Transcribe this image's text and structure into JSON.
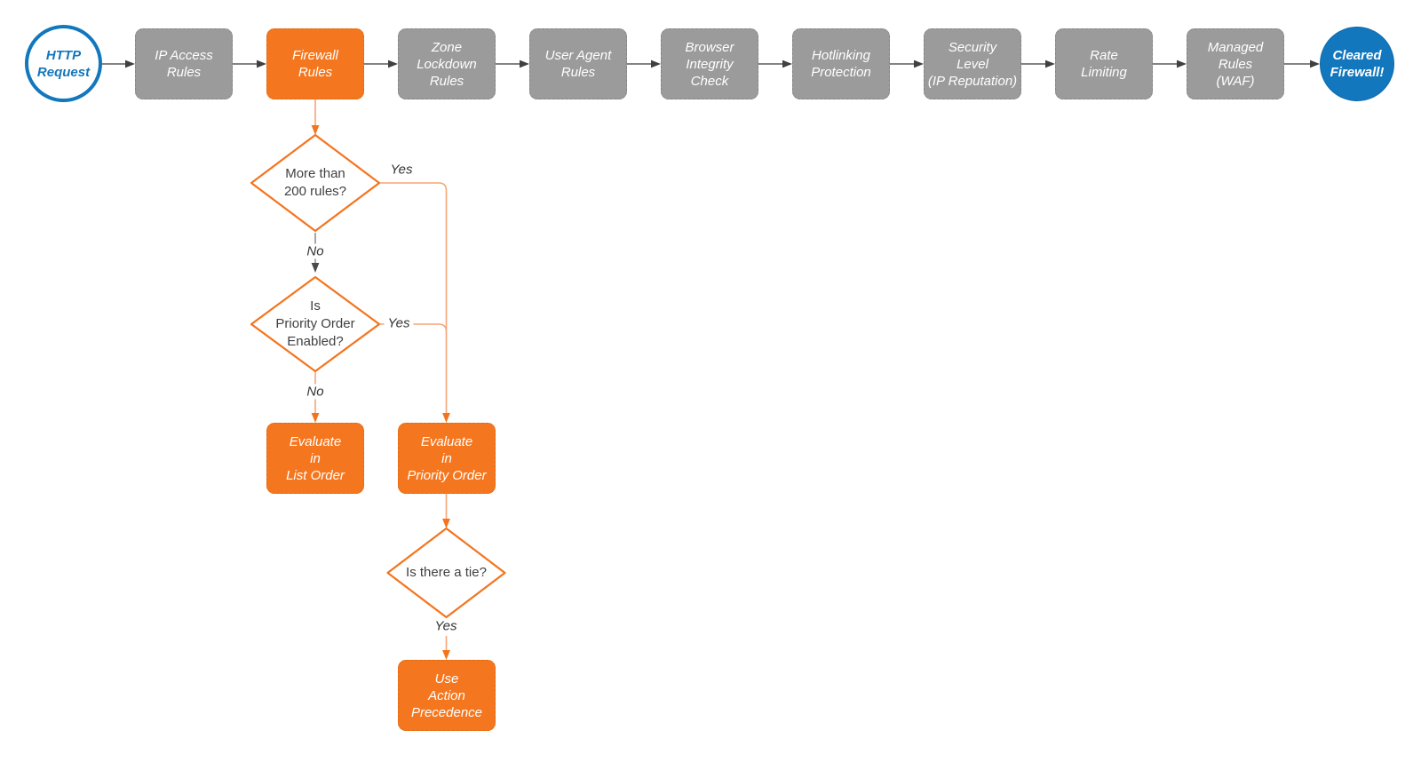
{
  "colors": {
    "accent_orange": "#F4771F",
    "connector_orange": "#F7A477",
    "stage_gray": "#9B9B9B",
    "brand_blue": "#1277BD",
    "connector_gray": "#5B5B5B",
    "text_dark": "#404040"
  },
  "pipeline": {
    "start": {
      "label": "HTTP\nRequest"
    },
    "stages": [
      {
        "id": "ip-access-rules",
        "label": "IP Access\nRules"
      },
      {
        "id": "firewall-rules",
        "label": "Firewall\nRules"
      },
      {
        "id": "zone-lockdown-rules",
        "label": "Zone\nLockdown\nRules"
      },
      {
        "id": "user-agent-rules",
        "label": "User Agent\nRules"
      },
      {
        "id": "browser-integrity-check",
        "label": "Browser\nIntegrity\nCheck"
      },
      {
        "id": "hotlinking-protection",
        "label": "Hotlinking\nProtection"
      },
      {
        "id": "security-level",
        "label": "Security\nLevel\n(IP Reputation)"
      },
      {
        "id": "rate-limiting",
        "label": "Rate\nLimiting"
      },
      {
        "id": "managed-rules-waf",
        "label": "Managed\nRules\n(WAF)"
      }
    ],
    "end": {
      "label": "Cleared\nFirewall!"
    }
  },
  "flow": {
    "decisions": {
      "more_than_200_rules": "More than\n200 rules?",
      "priority_order_enabled": "Is\nPriority Order\nEnabled?",
      "is_there_a_tie": "Is there a tie?"
    },
    "actions": {
      "evaluate_list": "Evaluate\nin\nList Order",
      "evaluate_priority": "Evaluate\nin\nPriority Order",
      "use_action_precedence": "Use\nAction\nPrecedence"
    },
    "branch_labels": {
      "d1_yes": "Yes",
      "d1_no": "No",
      "d2_yes": "Yes",
      "d2_no": "No",
      "d3_yes": "Yes"
    }
  }
}
